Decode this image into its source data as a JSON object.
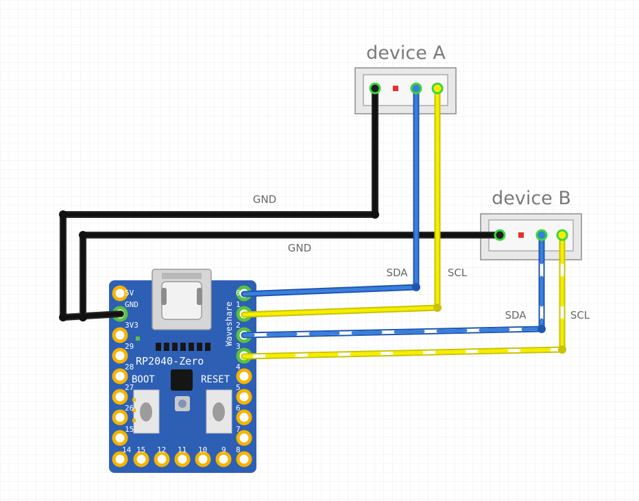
{
  "devices": {
    "a": {
      "title": "device A"
    },
    "b": {
      "title": "device B"
    }
  },
  "wire_labels": {
    "gnd_a": "GND",
    "gnd_b": "GND",
    "sda_a": "SDA",
    "scl_a": "SCL",
    "sda_b": "SDA",
    "scl_b": "SCL"
  },
  "board": {
    "name": "RP2040-Zero",
    "brand": "Waveshare",
    "boot_label": "BOOT",
    "reset_label": "RESET",
    "left_pins": [
      "5V",
      "GND",
      "3V3",
      "29",
      "28",
      "27",
      "26",
      "15"
    ],
    "bottom_pins": [
      "14",
      "15",
      "12",
      "11",
      "10",
      "9",
      "8"
    ],
    "right_pins": [
      "0",
      "1",
      "2",
      "3",
      "4",
      "5",
      "6",
      "7"
    ]
  },
  "colors": {
    "board": "#2d5fb5",
    "pad": "#f4b400",
    "wire_black": "#1a1a1a",
    "wire_blue": "#2e6fd0",
    "wire_yellow": "#f2e600",
    "grid": "#ececec"
  }
}
